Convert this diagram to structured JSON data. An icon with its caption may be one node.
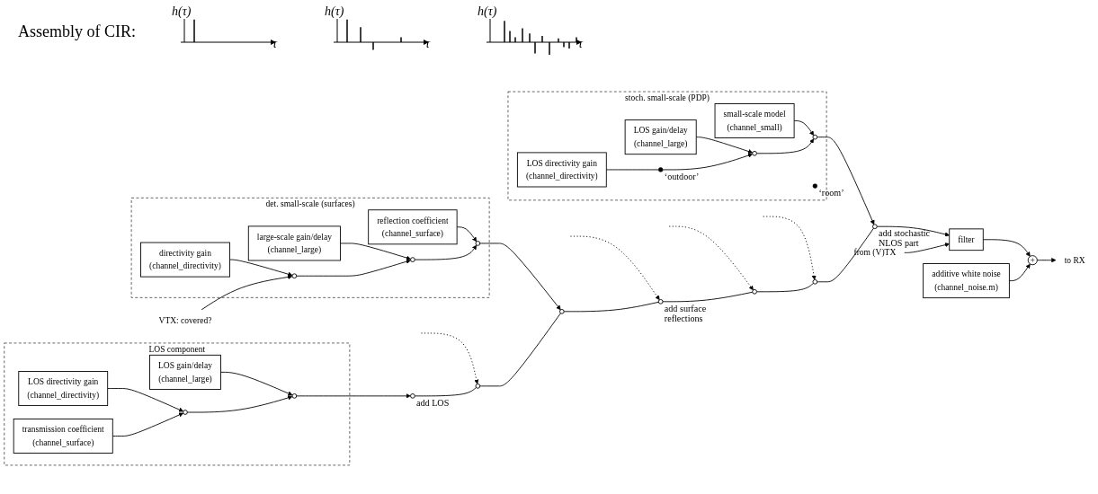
{
  "diagram": {
    "nodes": [
      {
        "text": [
          "LOS component"
        ]
      },
      {
        "text": [
          "LOS gain/delay",
          "(channel_large)"
        ],
        "in": 0
      },
      {
        "text": [
          "LOS directivity gain",
          "(channel_directivity)"
        ],
        "in": 0
      },
      {
        "text": [
          "transmission coefficient",
          "(channel_surface)"
        ],
        "in": 0
      },
      {
        "text": [],
        "shape": "circle",
        "in": 0
      },
      {
        "text": [],
        "shape": "circle",
        "in": 0
      },
      {
        "text": [
          "det. small-scale (surfaces)"
        ]
      },
      {
        "text": [
          "reflection coefficient",
          "(channel_surface)"
        ],
        "in": 6
      },
      {
        "text": [
          "large-scale gain/delay",
          "(channel_large)"
        ],
        "in": 6
      },
      {
        "text": [
          "directivity gain",
          "(channel_directivity)"
        ],
        "in": 6
      },
      {
        "text": [],
        "shape": "circle",
        "in": 6
      },
      {
        "text": [],
        "shape": "circle",
        "in": 6
      },
      {
        "text": [],
        "shape": "circle",
        "in": 6
      },
      {
        "text": [
          "stoch. small-scale (PDP)"
        ]
      },
      {
        "text": [
          "small-scale model",
          "(channel_small)"
        ],
        "in": 13
      },
      {
        "text": [
          "LOS gain/delay",
          "(channel_large)"
        ],
        "in": 13
      },
      {
        "text": [
          "LOS directivity gain",
          "(channel_directivity)"
        ],
        "in": 13
      },
      {
        "text": [],
        "shape": "circle",
        "in": 13
      },
      {
        "text": [],
        "shape": "circle",
        "in": 13
      },
      {
        "text": [],
        "shape": "circle",
        "beside": [
          "‘outdoor’"
        ],
        "in": 13
      },
      {
        "text": [],
        "shape": "circle",
        "beside": [
          "‘room’"
        ],
        "in": 13
      },
      {
        "text": [],
        "shape": "circle",
        "beside": [
          "add LOS"
        ]
      },
      {
        "text": [],
        "shape": "circle"
      },
      {
        "text": [],
        "shape": "circle"
      },
      {
        "text": [],
        "shape": "circle",
        "beside": [
          "add surface reflections"
        ]
      },
      {
        "text": [],
        "shape": "circle"
      },
      {
        "text": [],
        "shape": "circle"
      },
      {
        "text": [],
        "shape": "circle",
        "beside": [
          "add stochastic NLOS part"
        ]
      },
      {
        "text": [
          "filter"
        ]
      },
      {
        "text": [
          "from (V)TX"
        ]
      },
      {
        "text": [
          "additive white noise",
          "(channel_noise.m)"
        ]
      },
      {
        "text": [
          "+"
        ]
      },
      {
        "text": [
          "to RX"
        ]
      },
      {
        "text": [
          "VTX: covered?"
        ]
      }
    ],
    "edges": [
      {
        "from": 1,
        "to": 4,
        "arrow": "to"
      },
      {
        "from": 2,
        "to": 5,
        "arrow": "to"
      },
      {
        "from": 3,
        "to": 5,
        "arrow": "to"
      },
      {
        "from": 5,
        "to": 4,
        "arrow": "to"
      },
      {
        "from": 4,
        "to": 21,
        "arrow": "to"
      },
      {
        "from": 7,
        "to": 10,
        "arrow": "to"
      },
      {
        "from": 8,
        "to": 11,
        "arrow": "to"
      },
      {
        "from": 9,
        "to": 12,
        "arrow": "to"
      },
      {
        "from": 12,
        "to": 11,
        "arrow": "to"
      },
      {
        "from": 11,
        "to": 10,
        "arrow": "to"
      },
      {
        "from": 10,
        "to": 23,
        "arrow": "to"
      },
      {
        "from": 33,
        "to": 12,
        "arrow": "to"
      },
      {
        "from": null,
        "to": 22,
        "arrow": "to",
        "style": "dashed"
      },
      {
        "from": null,
        "to": 24,
        "arrow": "to",
        "style": "dashed"
      },
      {
        "from": null,
        "to": 25,
        "arrow": "to",
        "style": "dashed"
      },
      {
        "from": null,
        "to": 26,
        "arrow": "to",
        "style": "dashed"
      },
      {
        "from": 14,
        "to": 17,
        "arrow": "to"
      },
      {
        "from": 15,
        "to": 18,
        "arrow": "to"
      },
      {
        "from": 19,
        "to": 18,
        "arrow": "to"
      },
      {
        "from": 18,
        "to": 17,
        "arrow": "to"
      },
      {
        "from": 17,
        "to": 27,
        "arrow": "to"
      },
      {
        "from": 16,
        "to": 19,
        "arrow": "none"
      },
      {
        "from": 21,
        "to": 22,
        "arrow": "none"
      },
      {
        "from": 22,
        "to": 23,
        "arrow": "none"
      },
      {
        "from": 23,
        "to": 24,
        "arrow": "none"
      },
      {
        "from": 24,
        "to": 25,
        "arrow": "none"
      },
      {
        "from": 25,
        "to": 26,
        "arrow": "none"
      },
      {
        "from": 26,
        "to": 27,
        "arrow": "none"
      },
      {
        "from": 27,
        "to": 28,
        "arrow": "to"
      },
      {
        "from": 29,
        "to": 28,
        "arrow": "to"
      },
      {
        "from": 28,
        "to": 31,
        "arrow": "to"
      },
      {
        "from": 30,
        "to": 31,
        "arrow": "to"
      },
      {
        "from": 31,
        "to": 32,
        "arrow": "to"
      }
    ],
    "labels": [
      "Assembly of CIR:",
      "h(τ)",
      "τ",
      "h(τ)",
      "τ",
      "h(τ)",
      "τ"
    ]
  }
}
